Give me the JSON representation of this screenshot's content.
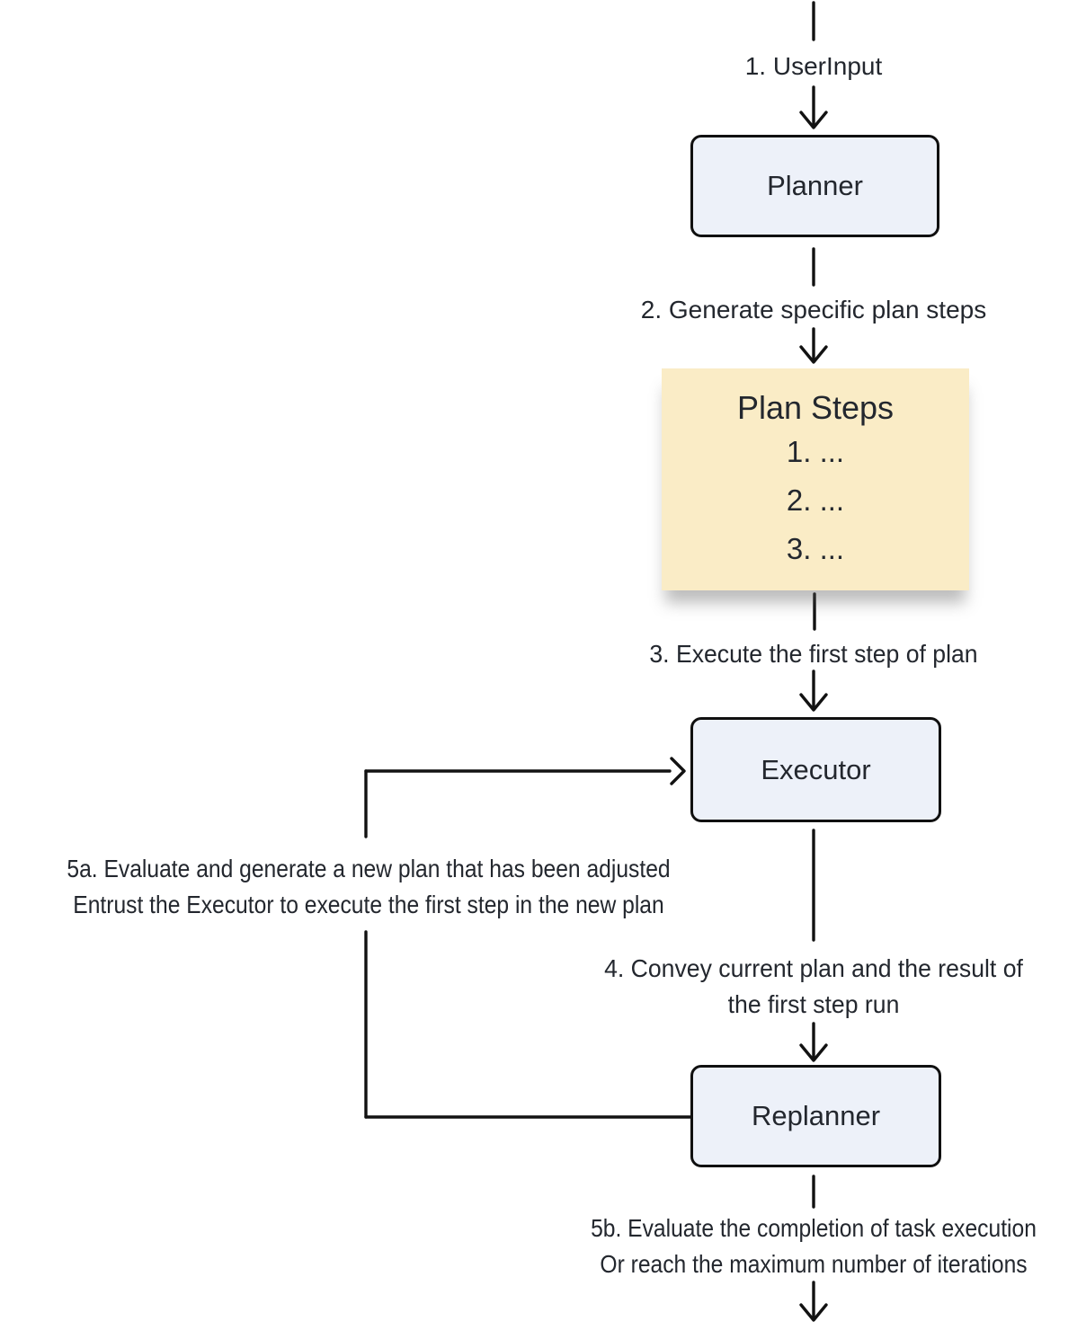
{
  "colors": {
    "line": "#121212",
    "box-fill": "#EDF1F9",
    "box-border": "#101010",
    "yellow-fill": "#FAECC6",
    "text": "#23272E",
    "bg": "#FFFFFF"
  },
  "nodes": {
    "planner": {
      "label": "Planner"
    },
    "executor": {
      "label": "Executor"
    },
    "replanner": {
      "label": "Replanner"
    },
    "plan_steps": {
      "title": "Plan Steps",
      "items": [
        "1. ...",
        "2. ...",
        "3. ..."
      ]
    }
  },
  "edges": {
    "user_input": {
      "label": "1. UserInput"
    },
    "generate_steps": {
      "label": "2. Generate specific plan steps"
    },
    "execute_first": {
      "label": "3. Execute the first step of plan"
    },
    "convey_result": {
      "line1": "4. Convey current plan and the result of",
      "line2": "the first step run"
    },
    "replan_loop": {
      "line1": "5a. Evaluate and generate a new plan that has been adjusted",
      "line2": "Entrust the Executor to execute the first step in the new plan"
    },
    "finish": {
      "line1": "5b. Evaluate the completion of task execution",
      "line2": "Or reach the maximum number of iterations"
    }
  }
}
